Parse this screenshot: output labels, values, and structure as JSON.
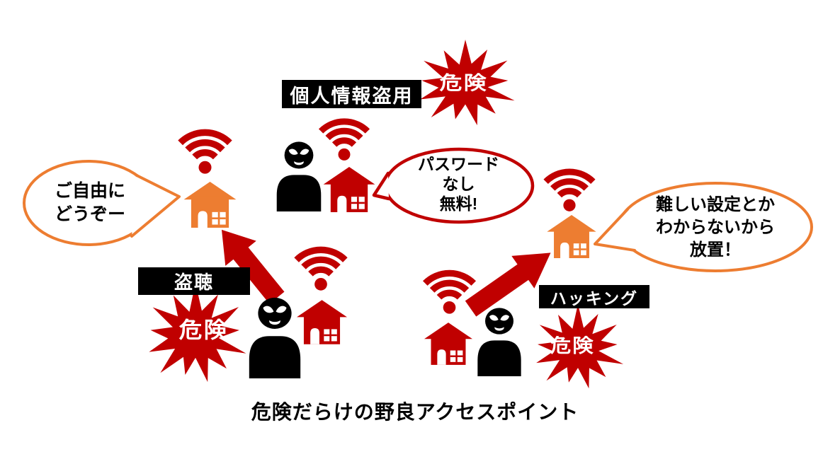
{
  "caption": "危険だらけの野良アクセスポイント",
  "labels": {
    "identity_theft": "個人情報盗用",
    "eavesdropping": "盗聴",
    "hacking": "ハッキング"
  },
  "burst_text": "危険",
  "bubbles": {
    "free_use": {
      "line1": "ご自由に",
      "line2": "どうぞー"
    },
    "no_password": {
      "line1": "パスワード",
      "line2": "なし",
      "line3": "無料!"
    },
    "neglect": {
      "line1": "難しい設定とか",
      "line2": "わからないから",
      "line3": "放置！"
    }
  },
  "icons": {
    "wifi": "wifi-signal-icon",
    "house": "house-access-point-icon",
    "hacker": "hacker-figure-icon",
    "burst": "danger-starburst",
    "arrow": "attack-arrow-icon"
  },
  "colors": {
    "red": "#C00000",
    "orange": "#ED7D31",
    "black": "#000000",
    "white": "#FFFFFF"
  }
}
